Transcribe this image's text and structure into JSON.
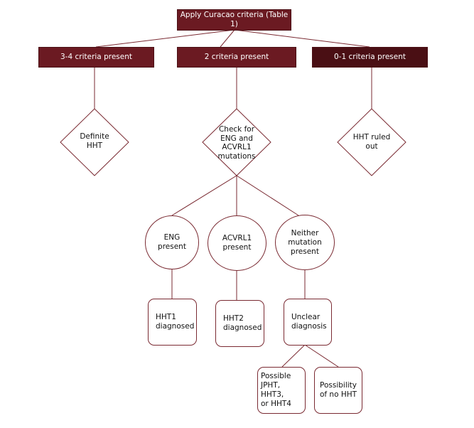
{
  "diagram": {
    "root": "Apply Curacao criteria (Table 1)",
    "branches": [
      "3-4 criteria present",
      "2 criteria present",
      "0-1 criteria present"
    ],
    "outcomes": {
      "definite": "Definite\nHHT",
      "check": "Check for\nENG and\nACVRL1\nmutations",
      "ruled_out": "HHT ruled\nout"
    },
    "mutations": [
      "ENG\npresent",
      "ACVRL1\npresent",
      "Neither\nmutation\npresent"
    ],
    "diagnoses": [
      "HHT1\ndiagnosed",
      "HHT2\ndiagnosed",
      "Unclear\ndiagnosis"
    ],
    "unclear_options": [
      "Possible\nJPHT, HHT3,\nor HHT4",
      "Possibility\nof no HHT"
    ]
  }
}
